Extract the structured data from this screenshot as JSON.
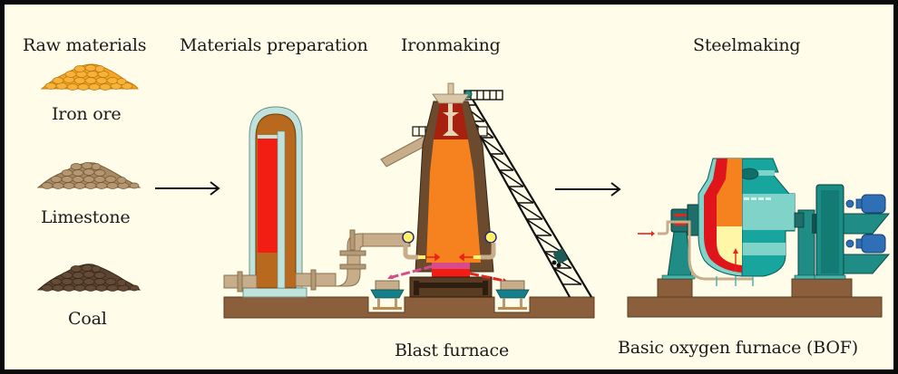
{
  "title": "Steel production process",
  "stages": {
    "raw_materials": "Raw materials",
    "materials_preparation": "Materials preparation",
    "ironmaking": "Ironmaking",
    "steelmaking": "Steelmaking"
  },
  "raw_materials": [
    {
      "name": "Iron ore",
      "color": "#f5a623"
    },
    {
      "name": "Limestone",
      "color": "#a88a62"
    },
    {
      "name": "Coal",
      "color": "#5a4330"
    }
  ],
  "equipment": {
    "blast_furnace": "Blast furnace",
    "bof": "Basic oxygen furnace (BOF)"
  },
  "flow_arrows": [
    {
      "from": "Raw materials",
      "to": "Materials preparation"
    },
    {
      "from": "Ironmaking",
      "to": "Steelmaking"
    }
  ],
  "colors": {
    "background": "#fffde9",
    "ground": "#8b5e3c",
    "hot_metal": "#f01e14",
    "furnace_interior": "#f5821f",
    "lining": "#6b4a2e",
    "teal": "#17a59e",
    "pipe": "#c7ad8a"
  }
}
